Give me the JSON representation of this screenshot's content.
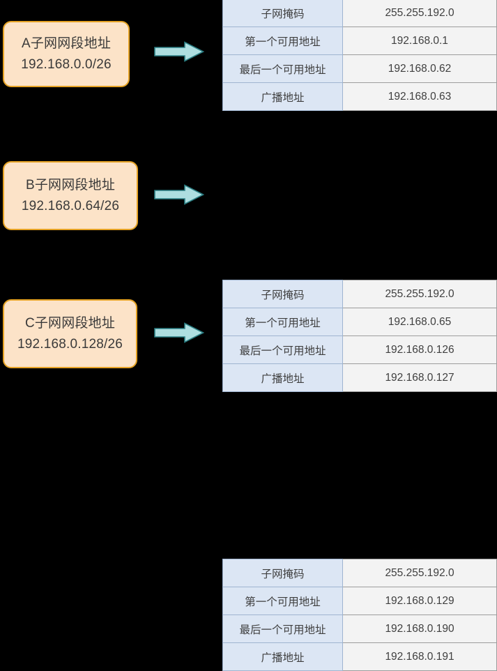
{
  "background_color": "#000000",
  "accent": {
    "box_fill": "#FCE3C8",
    "box_border": "#E5A224",
    "arrow_fill": "#AEDEE0",
    "arrow_border": "#2B7F84",
    "label_cell_fill": "#DCE6F4",
    "value_cell_fill": "#F3F3F3"
  },
  "table_headers": {
    "subnet_mask": "子网掩码",
    "first_usable": "第一个可用地址",
    "last_usable": "最后一个可用地址",
    "broadcast": "广播地址"
  },
  "groups": [
    {
      "id": "a",
      "box": {
        "title": "A子网网段地址",
        "cidr": "192.168.0.0/26"
      },
      "arrow": "right-arrow-icon",
      "rows": [
        {
          "label": "子网掩码",
          "value": "255.255.192.0"
        },
        {
          "label": "第一个可用地址",
          "value": "192.168.0.1"
        },
        {
          "label": "最后一个可用地址",
          "value": "192.168.0.62"
        },
        {
          "label": "广播地址",
          "value": "192.168.0.63"
        }
      ]
    },
    {
      "id": "b",
      "box": {
        "title": "B子网网段地址",
        "cidr": "192.168.0.64/26"
      },
      "arrow": "right-arrow-icon",
      "rows": [
        {
          "label": "子网掩码",
          "value": "255.255.192.0"
        },
        {
          "label": "第一个可用地址",
          "value": "192.168.0.65"
        },
        {
          "label": "最后一个可用地址",
          "value": "192.168.0.126"
        },
        {
          "label": "广播地址",
          "value": "192.168.0.127"
        }
      ]
    },
    {
      "id": "c",
      "box": {
        "title": "C子网网段地址",
        "cidr": "192.168.0.128/26"
      },
      "arrow": "right-arrow-icon",
      "rows": [
        {
          "label": "子网掩码",
          "value": "255.255.192.0"
        },
        {
          "label": "第一个可用地址",
          "value": "192.168.0.129"
        },
        {
          "label": "最后一个可用地址",
          "value": "192.168.0.190"
        },
        {
          "label": "广播地址",
          "value": "192.168.0.191"
        }
      ]
    }
  ]
}
